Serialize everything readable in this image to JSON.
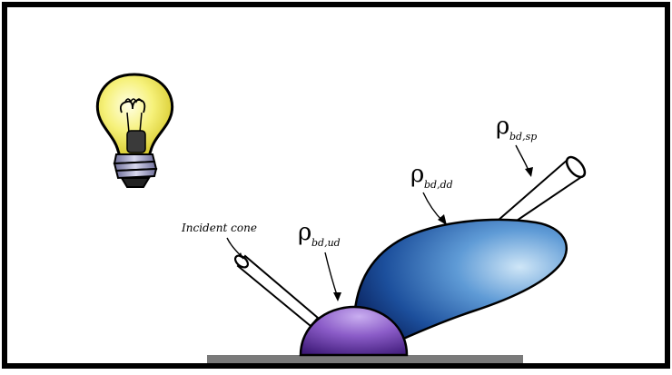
{
  "labels": {
    "incident_cone": "Incident cone",
    "rho_ud_main": "ρ",
    "rho_ud_sub": "bd,ud",
    "rho_dd_main": "ρ",
    "rho_dd_sub": "bd,dd",
    "rho_sp_main": "ρ",
    "rho_sp_sub": "bd,sp"
  },
  "colors": {
    "border": "#000000",
    "surface": "#7a7a7a",
    "hemisphere": "#6a3f9e",
    "lobe": "#1f4fa0",
    "bulb_glass": "#f5ef6a"
  },
  "icons": {
    "light_source": "light-bulb-icon"
  }
}
